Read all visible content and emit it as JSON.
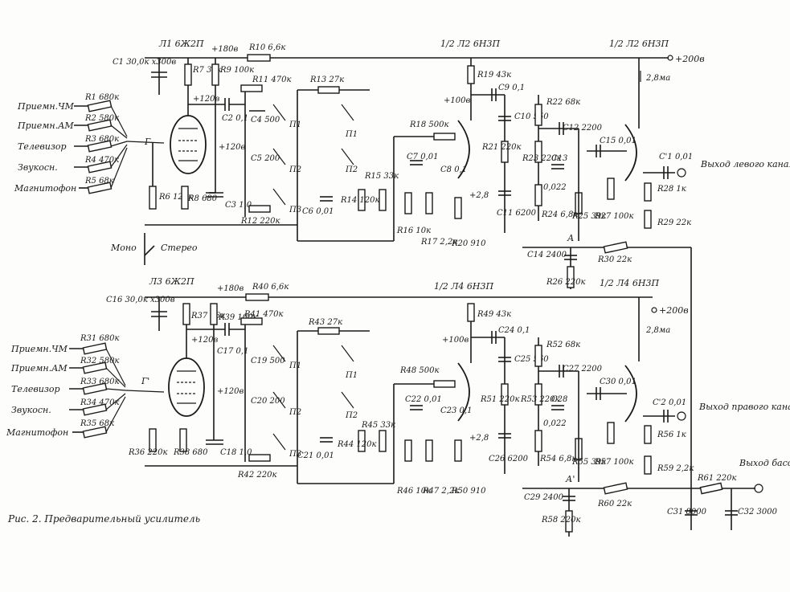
{
  "caption": "Рис. 2. Предварительный усилитель",
  "supply": {
    "top": "+200в",
    "bottom": "+200в",
    "current_top": "2,8ма",
    "current_bottom": "2,8ма",
    "pt1": "+180в",
    "pt2": "+180в"
  },
  "tubes": {
    "L1": "Л1 6Ж2П",
    "L2": "1/2 Л2 6Н3П",
    "L2b": "1/2 Л2 6Н3П",
    "L3": "Л3 6Ж2П",
    "L4": "1/2 Л4 6Н3П",
    "L4b": "1/2 Л4 6Н3П"
  },
  "inputs_top": [
    "Приемн.ЧМ",
    "Приемн.АМ",
    "Телевизор",
    "Звукосн.",
    "Магнитофон"
  ],
  "inputs_bottom": [
    "Приемн.ЧМ",
    "Приемн.АМ",
    "Телевизор",
    "Звукосн.",
    "Магнитофон"
  ],
  "input_res_top": [
    "R1 680к",
    "R2 580к",
    "R3 680к",
    "R4 470к",
    "R5 68к"
  ],
  "input_res_bottom": [
    "R31 680к",
    "R32 580к",
    "R33 680к",
    "R34 470к",
    "R35 68к"
  ],
  "switch_labels": {
    "mono": "Моно",
    "stereo": "Стерео",
    "g_top": "Г",
    "g_bottom": "Г'"
  },
  "labels_top": {
    "c1": "C1 30,0к x300в",
    "r7": "R7 36к",
    "r9": "R9 100к",
    "r10": "R10 6,6к",
    "r11": "R11 470к",
    "r13": "R13 27к",
    "c2": "C2 0,1",
    "c4": "C4 500",
    "c5": "C5 200",
    "r12": "R12 220к",
    "c3": "C3 1,0",
    "r6": "R6 120к",
    "r8": "R8 680",
    "c6": "C6 0,01",
    "r14": "R14 120к",
    "r15": "R15 33к",
    "r16": "R16 10к",
    "r17": "R17 2,2к",
    "r18": "R18 500к",
    "c7": "C7 0,01",
    "c8": "C8 0,1",
    "r19": "R19 43к",
    "c9": "C9 0,1",
    "c10": "C10 550",
    "r20": "R20 910",
    "r21": "R21 220к",
    "c11": "C11 6200",
    "r22": "R22 68к",
    "c12": "C12 2200",
    "r23": "R23 220к",
    "c13": "C13",
    "c022": "0,022",
    "r24": "R24 6,8к",
    "r25": "R25 39к",
    "r27": "R27 100к",
    "c15": "C15 0,01",
    "c1p": "C'1 0,01",
    "r28": "R28 1к",
    "r29": "R29 22к",
    "c14": "C14 2400",
    "r26": "R26 220к",
    "r30": "R30 22к",
    "A": "А",
    "out": "Выход левого канала",
    "v120a": "+120в",
    "v120b": "+120в",
    "v100": "+100в",
    "v28": "+2,8"
  },
  "labels_bottom": {
    "c16": "C16 30,0к x300в",
    "r37": "R37 36к",
    "r39": "R39 100к",
    "r40": "R40 6,6к",
    "r41": "R41 470к",
    "r43": "R43 27к",
    "c17": "C17 0,1",
    "c19": "C19 500",
    "c20": "C20 200",
    "r42": "R42 220к",
    "c18": "C18 1,0",
    "r36": "R36 220к",
    "r38": "R38 680",
    "c21": "C21 0,01",
    "r44": "R44 120к",
    "r45": "R45 33к",
    "r46": "R46 10к",
    "r47": "R47 2,2к",
    "r48": "R48 500к",
    "c22": "C22 0,01",
    "c23": "C23 0,1",
    "r49": "R49 43к",
    "c24": "C24 0,1",
    "c25": "C25 560",
    "r50": "R50 910",
    "r51": "R51 220к",
    "c26": "C26 6200",
    "r52": "R52 68к",
    "c27": "C27 2200",
    "r53": "R53 220к",
    "c28": "C28",
    "c022": "0,022",
    "r54": "R54 6,8к",
    "r55": "R55 39к",
    "r57": "R57 100к",
    "c30": "C30 0,01",
    "c2p": "C'2 0,01",
    "r56": "R56 1к",
    "r59": "R59 2,2к",
    "c29": "C29 2400",
    "r58": "R58 220к",
    "r60": "R60 22к",
    "A": "А'",
    "out": "Выход правого канала",
    "v120a": "+120в",
    "v120b": "+120в",
    "v100": "+100в",
    "v28": "+2,8",
    "r61": "R61 220к",
    "c31": "C31 8000",
    "c32": "C32 3000",
    "bass": "Выход басов"
  },
  "switch_poles": {
    "p1": "П1",
    "p2": "П2",
    "p3": "П3",
    "p1b": "П1",
    "p2b": "П2",
    "p3b": "П3"
  }
}
